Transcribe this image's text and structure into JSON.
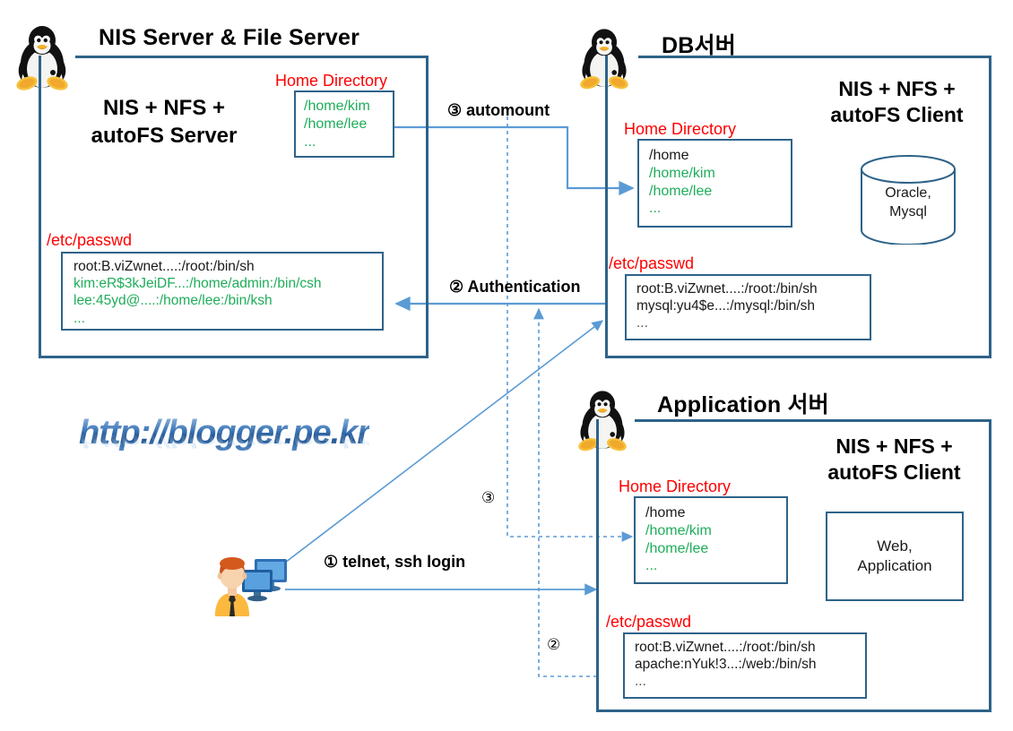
{
  "colors": {
    "box_border": "#2E6389",
    "arrow": "#5B9BD5",
    "label_red": "#FF0000",
    "path_green": "#1EAD5A",
    "text_black": "#1a1a1a",
    "watermark_blue": "#3b74b4"
  },
  "watermark": {
    "text": "http://blogger.pe.kr"
  },
  "servers": [
    {
      "id": "nis-file-server",
      "title": "NIS Server & File Server",
      "role": "NIS + NFS +\nautoFS Server",
      "home_directory": {
        "label": "Home Directory",
        "lines": [
          {
            "text": "/home/kim",
            "color": "green"
          },
          {
            "text": "/home/lee",
            "color": "green"
          },
          {
            "text": "...",
            "color": "green"
          }
        ]
      },
      "passwd": {
        "label": "/etc/passwd",
        "lines": [
          {
            "text": "root:B.viZwnet....:/root:/bin/sh",
            "color": "black"
          },
          {
            "text": "kim:eR$3kJeiDF...:/home/admin:/bin/csh",
            "color": "green"
          },
          {
            "text": "lee:45yd@....:/home/lee:/bin/ksh",
            "color": "green"
          },
          {
            "text": "...",
            "color": "green"
          }
        ]
      }
    },
    {
      "id": "db-server",
      "title": "DB서버",
      "role": "NIS + NFS +\nautoFS Client",
      "home_directory": {
        "label": "Home Directory",
        "lines": [
          {
            "text": "/home",
            "color": "black"
          },
          {
            "text": "/home/kim",
            "color": "green"
          },
          {
            "text": "/home/lee",
            "color": "green"
          },
          {
            "text": "...",
            "color": "green"
          }
        ]
      },
      "passwd": {
        "label": "/etc/passwd",
        "lines": [
          {
            "text": "root:B.viZwnet....:/root:/bin/sh",
            "color": "black"
          },
          {
            "text": "mysql:yu4$e...:/mysql:/bin/sh",
            "color": "black"
          },
          {
            "text": "...",
            "color": "black"
          }
        ]
      },
      "database": {
        "label": "Oracle,\nMysql"
      }
    },
    {
      "id": "application-server",
      "title": "Application 서버",
      "role": "NIS + NFS +\nautoFS Client",
      "home_directory": {
        "label": "Home Directory",
        "lines": [
          {
            "text": "/home",
            "color": "black"
          },
          {
            "text": "/home/kim",
            "color": "green"
          },
          {
            "text": "/home/lee",
            "color": "green"
          },
          {
            "text": "...",
            "color": "green"
          }
        ]
      },
      "passwd": {
        "label": "/etc/passwd",
        "lines": [
          {
            "text": "root:B.viZwnet....:/root:/bin/sh",
            "color": "black"
          },
          {
            "text": "apache:nYuk!3...:/web:/bin/sh",
            "color": "black"
          },
          {
            "text": "...",
            "color": "black"
          }
        ]
      },
      "app_box": {
        "label": "Web,\nApplication"
      }
    }
  ],
  "steps": {
    "step1": "① telnet, ssh login",
    "step2": "② Authentication",
    "step3": "③ automount",
    "step3_mark": "③",
    "step2_mark": "②",
    "step3_mark_top": "③"
  },
  "icons": {
    "penguin": "linux-tux-icon",
    "user": "user-with-monitors-icon",
    "database": "database-cylinder-icon"
  }
}
